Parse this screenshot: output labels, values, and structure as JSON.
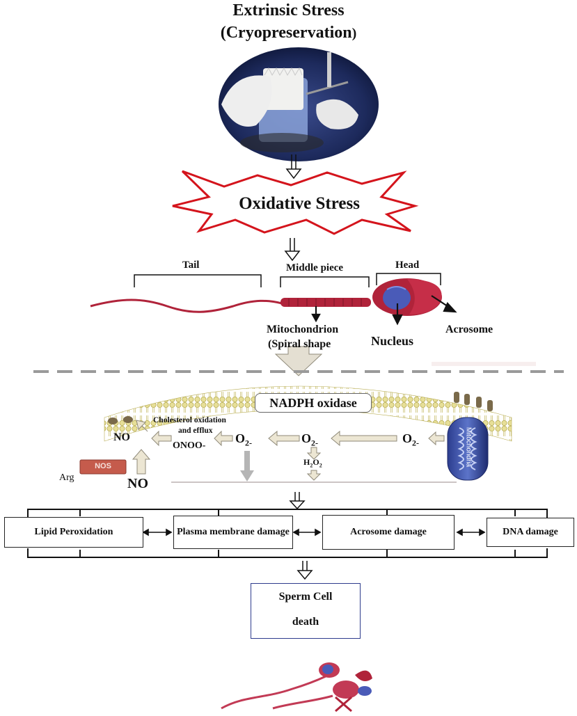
{
  "header": {
    "title_line1": "Extrinsic Stress",
    "title_line2": "(Cryopreservation",
    "title_paren": ")"
  },
  "burst": {
    "label": "Oxidative Stress"
  },
  "sperm_parts": {
    "tail": "Tail",
    "middle_piece": "Middle piece",
    "head": "Head",
    "mitochondrion_line1": "Mitochondrion",
    "mitochondrion_line2": "(Spiral shape",
    "nucleus": "Nucleus",
    "acrosome": "Acrosome"
  },
  "membrane": {
    "nadph": "NADPH oxidase",
    "mitochondria_label": "Mitochondria"
  },
  "pathway": {
    "no_top": "NO",
    "cholesterol_line1": "Cholesterol oxidation",
    "cholesterol_line2": "and efflux",
    "onoo": "ONOO-",
    "o2_a": "O",
    "o2_a_sub": "2-",
    "o2_b": "O",
    "o2_b_sub": "2-",
    "o2_c": "O",
    "o2_c_sub": "2-",
    "h2o2_h": "H",
    "h2o2_2a": "2",
    "h2o2_o": "O",
    "h2o2_2b": "2",
    "nos": "NOS",
    "arg": "Arg",
    "no_bottom": "NO"
  },
  "damage_boxes": [
    "Lipid Peroxidation",
    "Plasma membrane damage",
    "Acrosome damage",
    "DNA damage"
  ],
  "death_box": {
    "line1": "Sperm Cell",
    "line2": "death"
  },
  "colors": {
    "burst_stroke": "#d4141c",
    "sperm_red": "#b0233a",
    "sperm_blue": "#4a5bb8",
    "membrane": "#e8e2a0",
    "arrow_fill": "#e9e3cf"
  }
}
